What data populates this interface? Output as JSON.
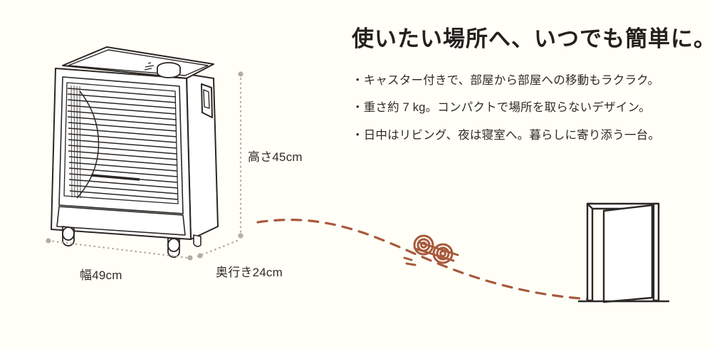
{
  "page": {
    "background_color": "#fffff8",
    "ink_color": "#23201d",
    "accent_color": "#a85a3c",
    "dim_line_color": "#b5aca2"
  },
  "headline": {
    "text": "使いたい場所へ、いつでも簡単に。"
  },
  "bullets": [
    {
      "text": "・キャスター付きで、部屋から部屋への移動もラクラク。"
    },
    {
      "text": "・重さ約 7 kg。コンパクトで場所を取らないデザイン。"
    },
    {
      "text": "・日中はリビング、夜は寝室へ。暮らしに寄り添う一台。"
    }
  ],
  "dimensions": {
    "height": {
      "label": "高さ45cm",
      "value": "45",
      "unit": "cm"
    },
    "width": {
      "label": "幅49cm",
      "value": "49",
      "unit": "cm"
    },
    "depth": {
      "label": "奥行き24cm",
      "value": "24",
      "unit": "cm"
    }
  },
  "illustration": {
    "product_name": "panel-heater",
    "icons": {
      "caster": "caster-wheels-icon",
      "door": "open-door-icon",
      "path": "dashed-movement-path"
    }
  }
}
